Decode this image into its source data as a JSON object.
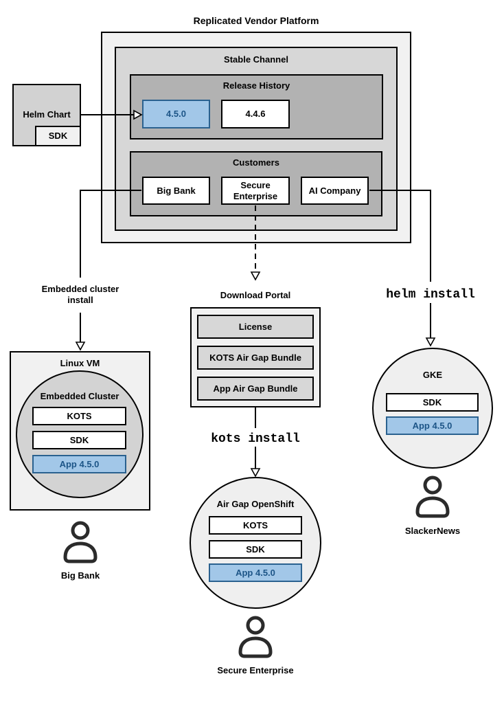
{
  "title": "Replicated Vendor Platform",
  "colors": {
    "highlight_fill": "#a2c7e8",
    "highlight_border": "#2a618f",
    "highlight_text": "#1d5587",
    "gray_lightest": "#f1f1f1",
    "gray_light": "#d7d7d7",
    "gray_mid": "#b2b2b2"
  },
  "helm_chart": {
    "label": "Helm Chart",
    "sdk": "SDK"
  },
  "platform": {
    "stable_channel": {
      "label": "Stable Channel",
      "release_history": {
        "label": "Release History",
        "releases": [
          "4.5.0",
          "4.4.6"
        ]
      },
      "customers": {
        "label": "Customers",
        "items": [
          "Big Bank",
          "Secure Enterprise",
          "AI Company"
        ]
      }
    }
  },
  "left_flow": {
    "arrow_label": "Embedded cluster install",
    "vm_label": "Linux VM",
    "cluster_label": "Embedded Cluster",
    "components": [
      "KOTS",
      "SDK",
      "App 4.5.0"
    ],
    "user": "Big Bank"
  },
  "middle_flow": {
    "portal_label": "Download Portal",
    "portal_items": [
      "License",
      "KOTS Air Gap Bundle",
      "App Air Gap Bundle"
    ],
    "command": "kots install",
    "cluster_label": "Air Gap OpenShift",
    "components": [
      "KOTS",
      "SDK",
      "App 4.5.0"
    ],
    "user": "Secure Enterprise"
  },
  "right_flow": {
    "command": "helm install",
    "cluster_label": "GKE",
    "components": [
      "SDK",
      "App 4.5.0"
    ],
    "user": "SlackerNews"
  }
}
